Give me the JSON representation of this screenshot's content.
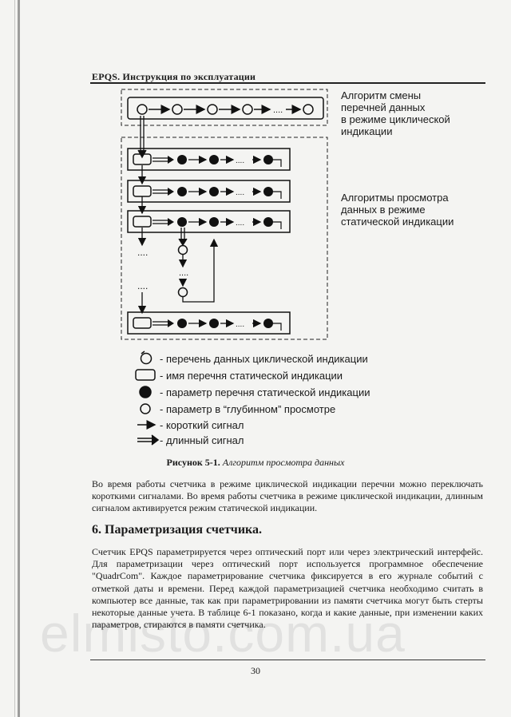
{
  "header": {
    "title": "EPQS. Инструкция по эксплуатации"
  },
  "diagram": {
    "note_cyclic": [
      "Алгоритм смены",
      "перечней данных",
      "в режиме циклической",
      "индикации"
    ],
    "note_static": [
      "Алгоритмы просмотра",
      "данных в режиме",
      "статической индикации"
    ],
    "ellipsis": "....",
    "dots": "...."
  },
  "legend": [
    {
      "icon": "cycle-list-icon",
      "text": "- перечень данных циклической индикации"
    },
    {
      "icon": "static-list-name-icon",
      "text": "- имя перечня статической индикации"
    },
    {
      "icon": "filled-circle-icon",
      "text": "- параметр перечня статической индикации"
    },
    {
      "icon": "hollow-circle-icon",
      "text": "- параметр в “глубинном” просмотре"
    },
    {
      "icon": "short-arrow-icon",
      "text": "- короткий сигнал"
    },
    {
      "icon": "double-arrow-icon",
      "text": "- длинный сигнал"
    }
  ],
  "caption": {
    "label": "Рисунок 5-1.",
    "text": "Алгоритм просмотра данных"
  },
  "paragraph1": "Во время работы счетчика в режиме циклической индикации перечни можно переключать короткими сигналами. Во время работы счетчика в режиме циклической индикации, длинным сигналом активируется режим статической индикации.",
  "section": {
    "title": "6. Параметризация счетчика."
  },
  "paragraph2": "Счетчик EPQS параметрируется через оптический порт или через электрический интерфейс. Для параметризации через оптический порт используется программное обеспечение \"QuadrCom\". Каждое параметрирование счетчика фиксируется в его журнале событий с отметкой даты и времени. Перед каждой параметризацией счетчика необходимо считать в компьютер все данные, так как при параметрировании из памяти счетчика могут быть стерты некоторые данные учета. В таблице 6-1 показано, когда и какие данные, при изменении каких параметров, стираются в памяти счетчика.",
  "page_number": "30",
  "watermark": "elmisto.com.ua"
}
